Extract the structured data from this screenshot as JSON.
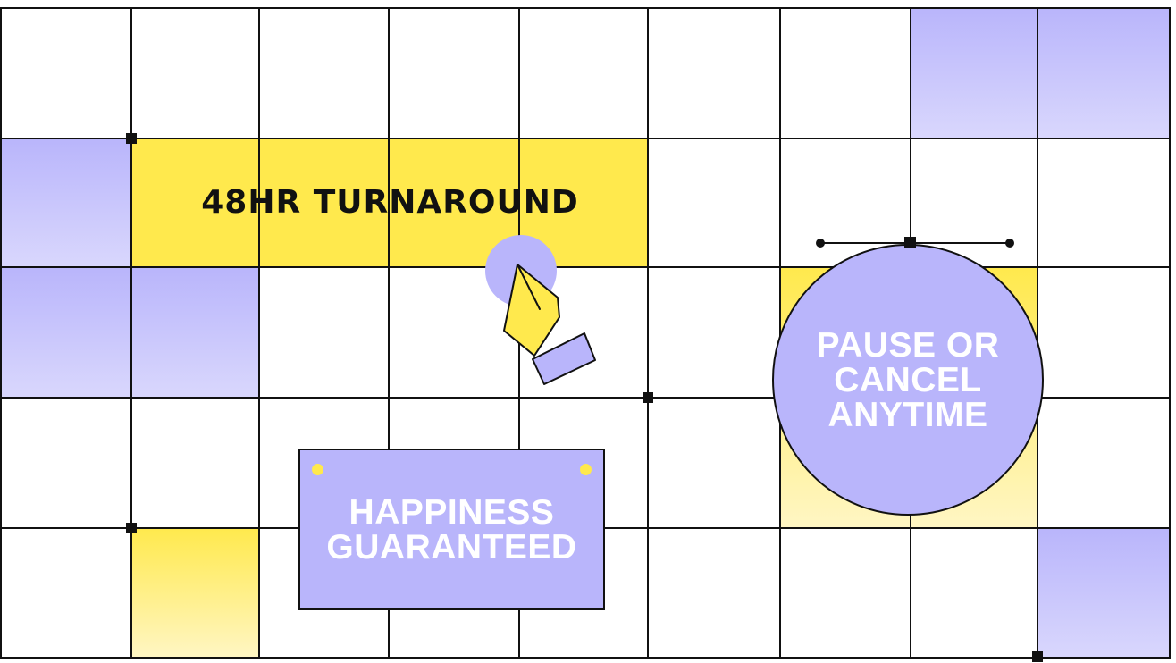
{
  "banner": {
    "text": "48HR TURNAROUND"
  },
  "sign": {
    "lines": [
      "HAPPINESS",
      "GUARANTEED"
    ]
  },
  "circle": {
    "lines": [
      "PAUSE OR",
      "CANCEL",
      "ANYTIME"
    ]
  },
  "icons": {
    "cursor": "pen-tool-icon"
  },
  "colors": {
    "lavender": "#b9b5fb",
    "lavender_light": "#d9d7fd",
    "yellow": "#ffe94d",
    "yellow_light": "#fff6c4",
    "grid_line": "#111111",
    "background": "#ffffff"
  }
}
